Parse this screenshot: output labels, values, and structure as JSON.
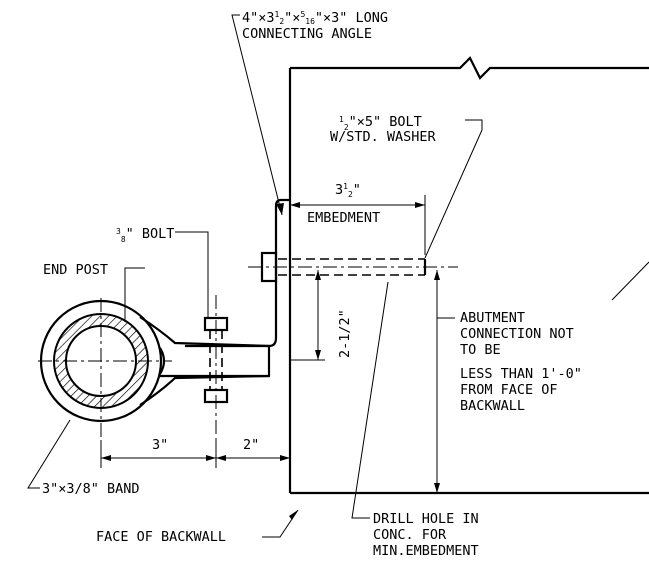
{
  "labels": {
    "connecting_angle_line1": "4\"×3",
    "connecting_angle_size2": "1",
    "connecting_angle_size2b": "2",
    "connecting_angle_mid": "\"×",
    "connecting_angle_size3": "5",
    "connecting_angle_size3b": "16",
    "connecting_angle_end": "\"×3\" LONG",
    "connecting_angle_line2": "CONNECTING ANGLE",
    "bolt_half_num": "1",
    "bolt_half_den": "2",
    "bolt_half_rest": "\"×5\" BOLT",
    "bolt_washer": "W/STD. WASHER",
    "embed_whole": "3",
    "embed_num": "1",
    "embed_den": "2",
    "embed_inch": "\"",
    "embedment": "EMBEDMENT",
    "bolt38_num": "3",
    "bolt38_den": "8",
    "bolt38_rest": "\" BOLT",
    "end_post": "END POST",
    "dim_vertical": "2-1/2\"",
    "abutment_1": "ABUTMENT",
    "abutment_2": "CONNECTION NOT",
    "abutment_3": "TO BE",
    "abutment_4": "LESS THAN 1'-0\"",
    "abutment_5": "FROM FACE OF",
    "abutment_6": "BACKWALL",
    "dim_3": "3\"",
    "dim_2": "2\"",
    "band": "3\"×3/8\" BAND",
    "face_backwall": "FACE OF BACKWALL",
    "drill_1": "DRILL HOLE IN",
    "drill_2": "CONC. FOR",
    "drill_3": "MIN.EMBEDMENT"
  }
}
